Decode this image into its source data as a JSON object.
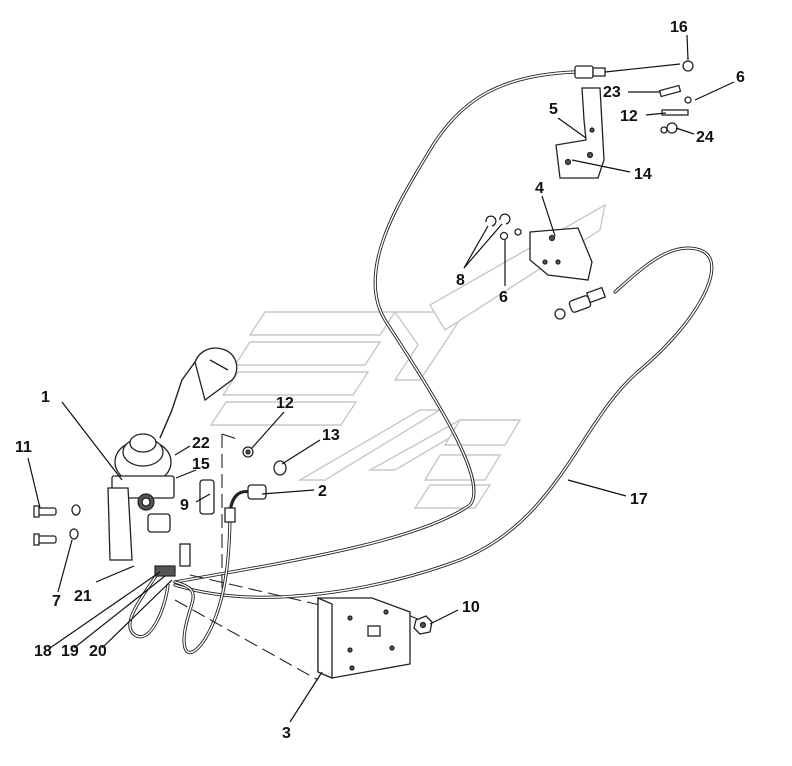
{
  "callouts": {
    "c1": "1",
    "c2": "2",
    "c3": "3",
    "c4": "4",
    "c5": "5",
    "c6a": "6",
    "c6b": "6",
    "c7": "7",
    "c8": "8",
    "c9": "9",
    "c10": "10",
    "c11": "11",
    "c12a": "12",
    "c12b": "12",
    "c13": "13",
    "c14": "14",
    "c15": "15",
    "c16": "16",
    "c17": "17",
    "c18": "18",
    "c19": "19",
    "c20": "20",
    "c21": "21",
    "c22": "22",
    "c23": "23",
    "c24": "24"
  }
}
